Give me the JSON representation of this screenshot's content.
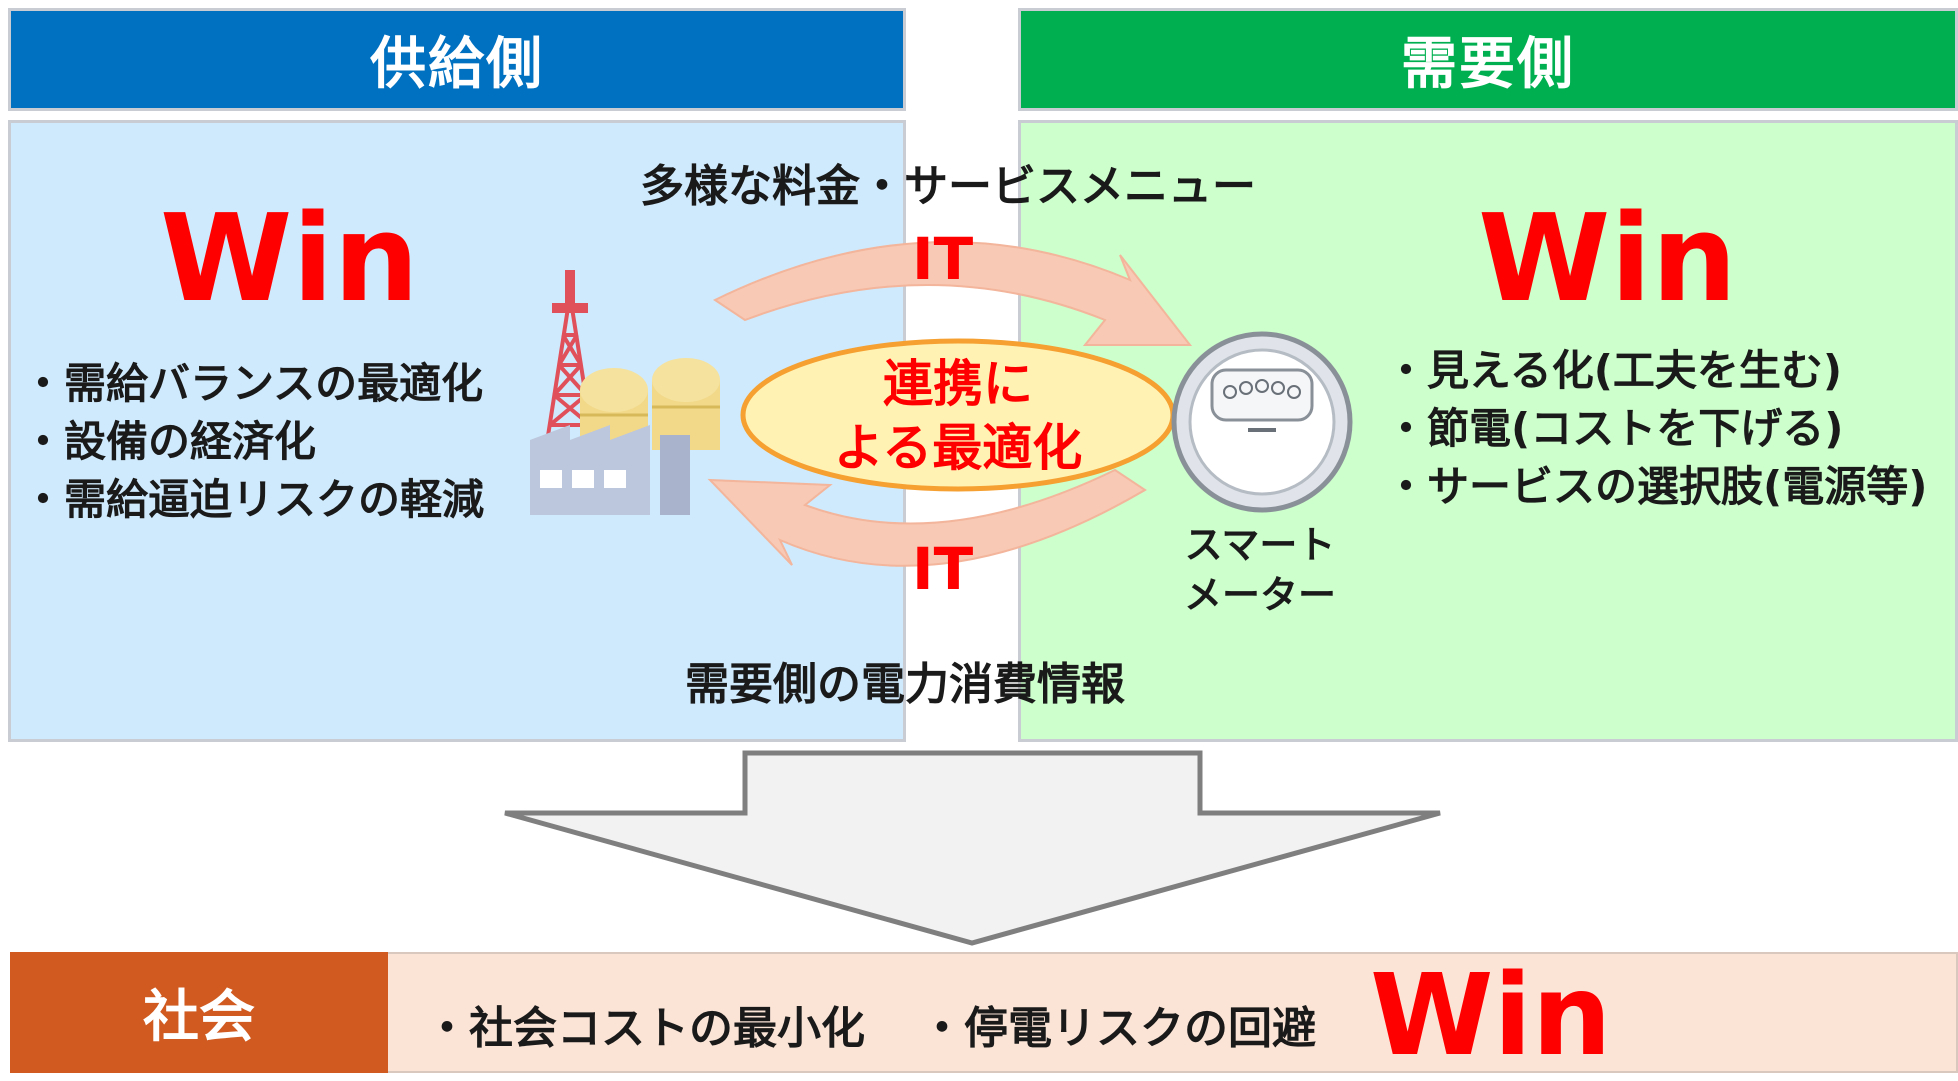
{
  "supply_header": "供給側",
  "demand_header": "需要側",
  "supply_win": "Win",
  "demand_win": "Win",
  "supply_bullets": [
    "・需給バランスの最適化",
    "・設備の経済化",
    "・需給逼迫リスクの軽減"
  ],
  "demand_bullets": [
    "・見える化(工夫を生む)",
    "・節電(コストを下げる)",
    "・サービスの選択肢(電源等)"
  ],
  "top_flow_text": "多様な料金・サービスメニュー",
  "bottom_flow_text": "需要側の電力消費情報",
  "it_top": "IT",
  "it_bottom": "IT",
  "center_line1": "連携に",
  "center_line2": "よる最適化",
  "meter_line1": "スマート",
  "meter_line2": "メーター",
  "society_label": "社会",
  "society_items": [
    "・社会コストの最小化",
    "・停電リスクの回避"
  ],
  "society_win": "Win",
  "colors": {
    "supply_header": "#0070c0",
    "demand_header": "#00b050",
    "supply_panel": "#cfeafc",
    "demand_panel": "#ccffcc",
    "win": "#ff0000",
    "society_label_bg": "#d05a1f",
    "society_bar_bg": "#fbe4d6",
    "ellipse_fill": "#fff2b3",
    "ellipse_stroke": "#f5a030",
    "arrow": "#f8c9b4"
  },
  "icons": [
    "power-plant-icon",
    "smart-meter-icon",
    "down-arrow-icon"
  ]
}
